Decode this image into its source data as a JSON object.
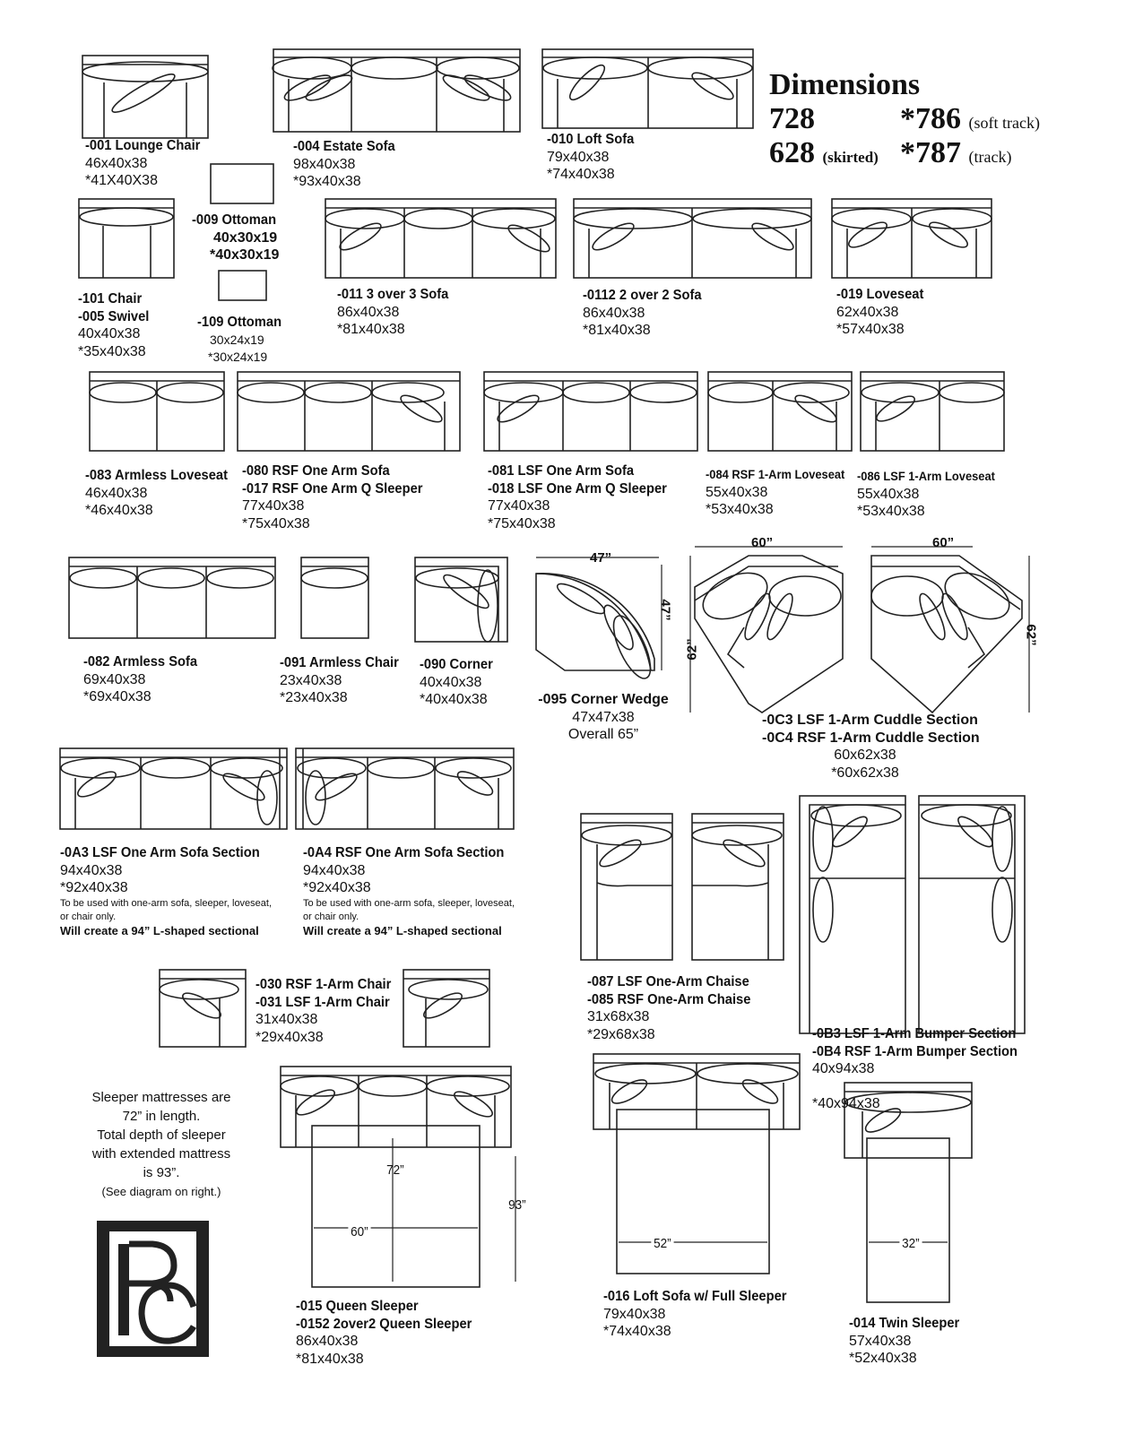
{
  "dimensions": {
    "title": "Dimensions",
    "code_728": "728",
    "code_786": "*786",
    "label_786": "(soft track)",
    "code_628": "628",
    "label_628": "(skirted)",
    "code_787": "*787",
    "label_787": "(track)"
  },
  "items": {
    "lounge_chair": {
      "name": "-001 Lounge Chair",
      "d1": "46x40x38",
      "d2": "*41X40X38"
    },
    "estate_sofa": {
      "name": "-004 Estate Sofa",
      "d1": "98x40x38",
      "d2": "*93x40x38"
    },
    "loft_sofa": {
      "name": "-010 Loft Sofa",
      "d1": "79x40x38",
      "d2": "*74x40x38"
    },
    "ottoman_009": {
      "name": "-009 Ottoman",
      "d1": "40x30x19",
      "d2": "*40x30x19"
    },
    "chair_101": {
      "name": "-101 Chair",
      "name2": "-005 Swivel",
      "d1": "40x40x38",
      "d2": "*35x40x38"
    },
    "ottoman_109": {
      "name": "-109 Ottoman",
      "d1": "30x24x19",
      "d2": "*30x24x19"
    },
    "sofa_011": {
      "name": "-011  3 over 3 Sofa",
      "d1": "86x40x38",
      "d2": "*81x40x38"
    },
    "sofa_0112": {
      "name": "-0112  2 over 2 Sofa",
      "d1": "86x40x38",
      "d2": "*81x40x38"
    },
    "loveseat_019": {
      "name": "-019 Loveseat",
      "d1": "62x40x38",
      "d2": "*57x40x38"
    },
    "armless_loveseat": {
      "name": "-083 Armless Loveseat",
      "d1": "46x40x38",
      "d2": "*46x40x38"
    },
    "rsf_one_arm_sofa": {
      "name": "-080 RSF One Arm Sofa",
      "name2": "-017 RSF One Arm Q Sleeper",
      "d1": "77x40x38",
      "d2": "*75x40x38"
    },
    "lsf_one_arm_sofa": {
      "name": "-081 LSF One Arm Sofa",
      "name2": "-018 LSF One Arm Q Sleeper",
      "d1": "77x40x38",
      "d2": "*75x40x38"
    },
    "rsf_loveseat": {
      "name": "-084 RSF 1-Arm Loveseat",
      "d1": "55x40x38",
      "d2": "*53x40x38"
    },
    "lsf_loveseat": {
      "name": "-086 LSF 1-Arm Loveseat",
      "d1": "55x40x38",
      "d2": "*53x40x38"
    },
    "armless_sofa": {
      "name": "-082 Armless Sofa",
      "d1": "69x40x38",
      "d2": "*69x40x38"
    },
    "armless_chair": {
      "name": "-091 Armless Chair",
      "d1": "23x40x38",
      "d2": "*23x40x38"
    },
    "corner": {
      "name": "-090 Corner",
      "d1": "40x40x38",
      "d2": "*40x40x38"
    },
    "corner_wedge": {
      "name": "-095 Corner Wedge",
      "d1": "47x47x38",
      "d2": "Overall 65”",
      "w": "47”",
      "h": "47”"
    },
    "cuddle": {
      "name": "-0C3 LSF 1-Arm Cuddle Section",
      "name2": "-0C4 RSF 1-Arm Cuddle Section",
      "d1": "60x62x38",
      "d2": "*60x62x38",
      "w": "60”",
      "h": "62”"
    },
    "lsf_sofa_section": {
      "name": "-0A3  LSF One Arm Sofa Section",
      "d1": "94x40x38",
      "d2": "*92x40x38",
      "note1": "To be used with one-arm sofa, sleeper, loveseat,",
      "note2": "or chair  only.",
      "note3": "Will create a 94” L-shaped sectional"
    },
    "rsf_sofa_section": {
      "name": "-0A4 RSF One Arm Sofa Section",
      "d1": "94x40x38",
      "d2": "*92x40x38",
      "note1": "To be used with one-arm sofa, sleeper, loveseat,",
      "note2": "or chair  only.",
      "note3": "Will create a 94” L-shaped sectional"
    },
    "one_arm_chair": {
      "name": "-030 RSF 1-Arm Chair",
      "name2": "-031 LSF 1-Arm Chair",
      "d1": "31x40x38",
      "d2": "*29x40x38"
    },
    "chaise": {
      "name": "-087 LSF One-Arm Chaise",
      "name2": "-085 RSF  One-Arm Chaise",
      "d1": "31x68x38",
      "d2": "*29x68x38"
    },
    "bumper": {
      "name": "-0B3 LSF 1-Arm Bumper Section",
      "name2": "-0B4 RSF 1-Arm Bumper Section",
      "d1": "40x94x38",
      "d2": "*40x94x38"
    },
    "queen_sleeper": {
      "name": "-015 Queen Sleeper",
      "name2": "-0152 2over2 Queen Sleeper",
      "d1": "86x40x38",
      "d2": "*81x40x38",
      "m72": "72”",
      "m60": "60”",
      "m93": "93”"
    },
    "loft_sleeper": {
      "name": "-016 Loft Sofa w/ Full Sleeper",
      "d1": "79x40x38",
      "d2": "*74x40x38",
      "m52": "52”"
    },
    "twin_sleeper": {
      "name": "-014 Twin Sleeper",
      "d1": "57x40x38",
      "d2": "*52x40x38",
      "m32": "32”"
    }
  },
  "sleeper_note": {
    "l1": "Sleeper mattresses are",
    "l2": "72” in length.",
    "l3": "Total depth of sleeper",
    "l4": "with extended mattress",
    "l5": "is 93”.",
    "l6": "(See diagram on right.)"
  },
  "logo": {
    "letters": "BC"
  }
}
